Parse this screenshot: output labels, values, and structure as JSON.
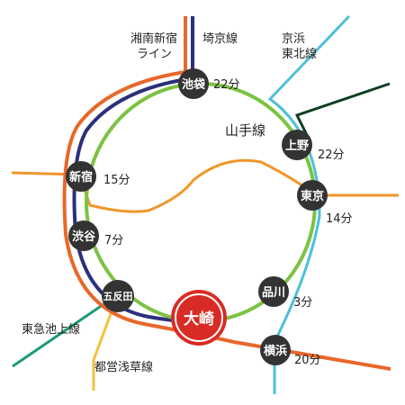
{
  "lines": {
    "shonan_shinjuku": [
      "湘南新宿",
      "ライン"
    ],
    "saikyo": "埼京線",
    "keihin_tohoku": [
      "京浜",
      "東北線"
    ],
    "yamanote": "山手線",
    "tokyu_ikegami": "東急池上線",
    "toei_asakusa": "都営浅草線"
  },
  "stations": {
    "ikebukuro": {
      "name": "池袋",
      "time": "22分"
    },
    "ueno": {
      "name": "上野",
      "time": "22分"
    },
    "shinjuku": {
      "name": "新宿",
      "time": "15分"
    },
    "tokyo": {
      "name": "東京",
      "time": "14分"
    },
    "shibuya": {
      "name": "渋谷",
      "time": "7分"
    },
    "shinagawa": {
      "name": "品川",
      "time": "3分"
    },
    "gotanda": {
      "name": "五反田"
    },
    "osaki": {
      "name": "大崎"
    },
    "yokohama": {
      "name": "横浜",
      "time": "20分"
    }
  },
  "colors": {
    "yamanote": "#7cc242",
    "shonan": "#e8672a",
    "saikyo": "#2b2f7c",
    "chuo": "#f0962a",
    "keihin": "#4cc0d8",
    "dark_green": "#0e3e22",
    "ikegami": "#1a9a78",
    "asakusa": "#f0c238",
    "station": "#333333",
    "osaki": "#d92b25"
  }
}
